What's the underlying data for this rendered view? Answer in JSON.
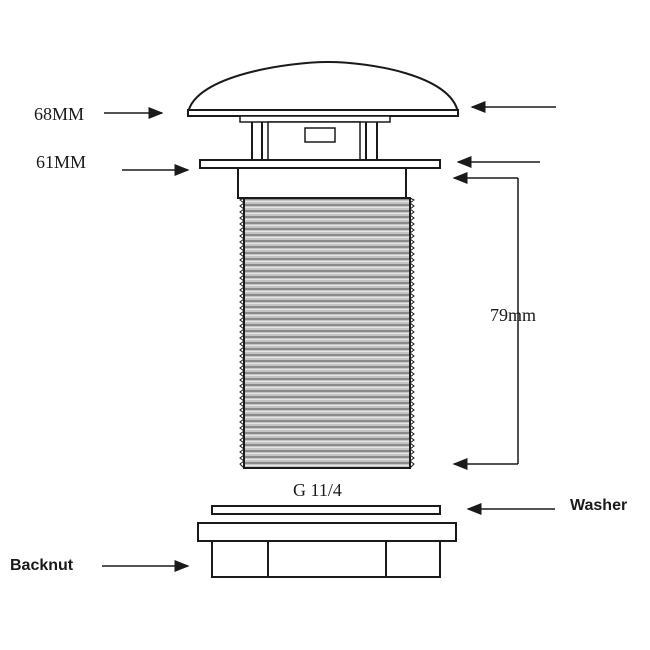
{
  "labels": {
    "cap_diameter": "68MM",
    "flange_diameter": "61MM",
    "thread_length": "79mm",
    "thread_size": "G 11/4",
    "washer": "Washer",
    "backnut": "Backnut"
  },
  "colors": {
    "line": "#1a1a1a",
    "thread_dark": "#8a8a8a",
    "thread_light": "#e6e6e6"
  }
}
